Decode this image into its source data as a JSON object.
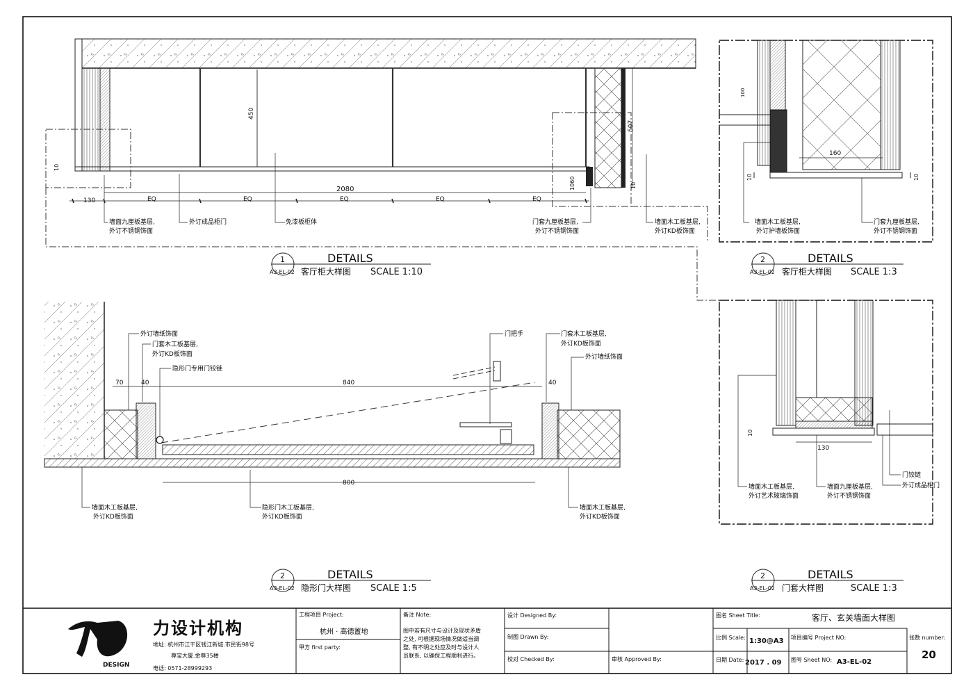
{
  "drawing": {
    "detail1": {
      "number": "1",
      "ref": "A3-EL-02",
      "title": "DETAILS",
      "subtitle": "客厅柜大样图",
      "scale": "SCALE   1:10",
      "dims": {
        "d450": "450",
        "d507": "507",
        "d2080": "2080",
        "d130": "130",
        "eq1": "EQ",
        "eq2": "EQ",
        "eq3": "EQ",
        "eq4": "EQ",
        "eq5": "EQ",
        "d10a": "10",
        "d10b": "10",
        "d1060": "1060"
      },
      "notes": {
        "n1a": "墙面九厘板基层,",
        "n1b": "外订不锈钢饰面",
        "n2": "外订成品柜门",
        "n3": "免漆板柜体",
        "n4a": "门套九厘板基层,",
        "n4b": "外订不锈钢饰面",
        "n5a": "墙面木工板基层,",
        "n5b": "外订KD板饰面"
      }
    },
    "detail2a": {
      "number": "2",
      "ref": "A3-EL-02",
      "title": "DETAILS",
      "subtitle": "客厅柜大样图",
      "scale": "SCALE   1:3",
      "dims": {
        "d160": "160",
        "d10a": "10",
        "d10b": "10",
        "d100": "100"
      },
      "notes": {
        "n1a": "墙面木工板基层,",
        "n1b": "外订护墙板饰面",
        "n2a": "门套九厘板基层,",
        "n2b": "外订不锈钢饰面"
      }
    },
    "detail2b": {
      "number": "2",
      "ref": "A3-EL-02",
      "title": "DETAILS",
      "subtitle": "隐形门大样图",
      "scale": "SCALE   1:5",
      "dims": {
        "d70": "70",
        "d40a": "40",
        "d840": "840",
        "d40b": "40",
        "d800": "800"
      },
      "notes": {
        "n1": "外订墙纸饰面",
        "n2a": "门套木工板基层,",
        "n2b": "外订KD板饰面",
        "n3": "隐形门专用门铰链",
        "n4": "门把手",
        "n5a": "门套木工板基层,",
        "n5b": "外订KD板饰面",
        "n6": "外订墙纸饰面",
        "n7a": "墙面木工板基层,",
        "n7b": "外订KD板饰面",
        "n8a": "隐形门木工板基层,",
        "n8b": "外订KD板饰面",
        "n9a": "墙面木工板基层,",
        "n9b": "外订KD板饰面"
      }
    },
    "detail2c": {
      "number": "2",
      "ref": "A3-EL-02",
      "title": "DETAILS",
      "subtitle": "门套大样图",
      "scale": "SCALE   1:3",
      "dims": {
        "d130": "130",
        "d10": "10"
      },
      "notes": {
        "n1a": "墙面木工板基层,",
        "n1b": "外订艺术玻璃饰面",
        "n2a": "墙面九厘板基层,",
        "n2b": "外订不锈钢饰面",
        "n3": "门铰链",
        "n4": "外订成品柜门"
      }
    }
  },
  "titleblock": {
    "company": "力设计机构",
    "logo_text": "DESIGN",
    "address1": "地址: 杭州市江干区钱江新城.市民街98号",
    "address2": "尊宝大厦.金尊35楼",
    "phone": "电话: 0571-28999293",
    "project_label": "工程项目 Project:",
    "project_value": "杭州 · 高德置地",
    "party_label": "甲方  first party:",
    "notes_label": "备注 Note:",
    "notes_text1": "图中若有尺寸与设计及现状矛盾",
    "notes_text2": "之处, 可根据现场情况做适当调",
    "notes_text3": "整, 有不明之处应及时与设计人",
    "notes_text4": "员联系, 以确保工程顺利进行。",
    "designed_label": "设计 Designed By:",
    "drawn_label": "制图 Drawn By:",
    "checked_label": "校对 Checked By:",
    "approved_label": "审核 Approved By:",
    "sheet_title_label": "图名 Sheet Title:",
    "sheet_title_value": "客厅、玄关墙面大样图",
    "scale_label": "比例 Scale:",
    "scale_value": "1:30@A3",
    "project_no_label": "项目编号 Project NO:",
    "sheet_count_label": "张数 number:",
    "sheet_count_value": "20",
    "date_label": "日期 Date:",
    "date_value": "2017 . 09",
    "sheet_no_label": "图号 Sheet NO:",
    "sheet_no_value": "A3-EL-02"
  }
}
